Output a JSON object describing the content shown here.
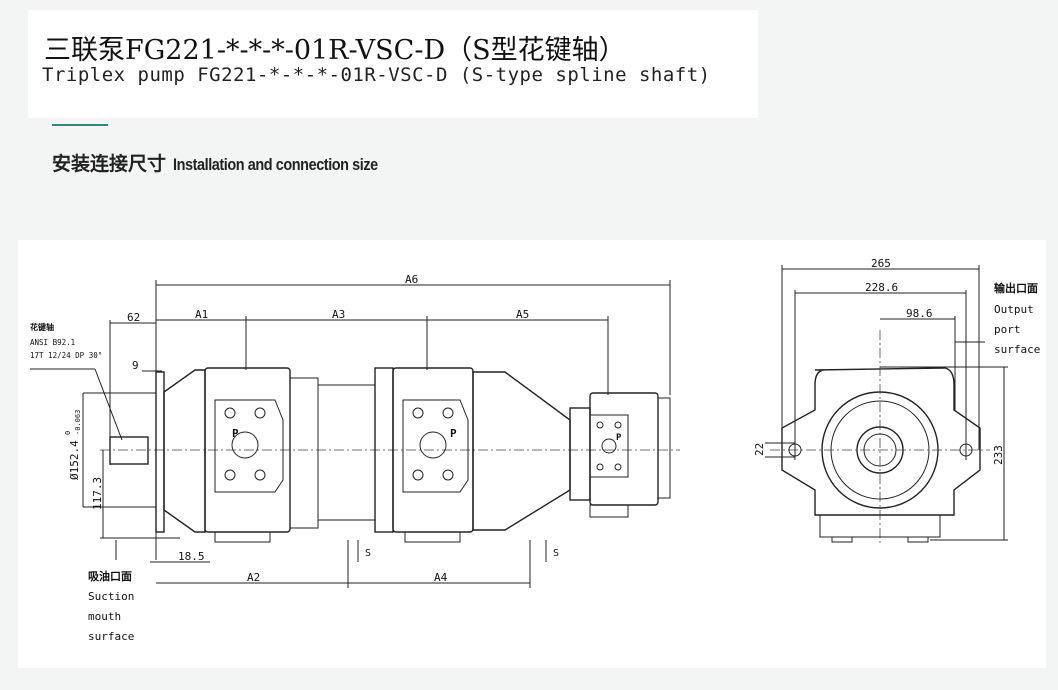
{
  "title": {
    "cn": "三联泵FG221-*-*-*-01R-VSC-D（S型花键轴）",
    "en": "Triplex pump FG221-*-*-*-01R-VSC-D (S-type spline shaft)"
  },
  "section": {
    "cn": "安装连接尺寸",
    "en": "Installation and connection size"
  },
  "side_view": {
    "spline_note": [
      "花键轴",
      "ANSI B92.1",
      "17T 12/24 DP  30°"
    ],
    "dims": {
      "A6": "A6",
      "A1": "A1",
      "A3": "A3",
      "A5": "A5",
      "A2": "A2",
      "A4": "A4",
      "d62": "62",
      "d9": "9",
      "d18_5": "18.5",
      "d117_3": "117.3",
      "d152": "Ø152.4",
      "tol_upper": "0",
      "tol_lower": "-0.063"
    },
    "port_label": "P",
    "section_mark": "S",
    "suction": [
      "吸油口面",
      "Suction",
      "mouth",
      "surface"
    ]
  },
  "front_view": {
    "dims": {
      "d265": "265",
      "d228_6": "228.6",
      "d98_6": "98.6",
      "d22": "22",
      "d233": "233"
    },
    "output": [
      "输出口面",
      "Output",
      "port",
      "surface"
    ]
  }
}
